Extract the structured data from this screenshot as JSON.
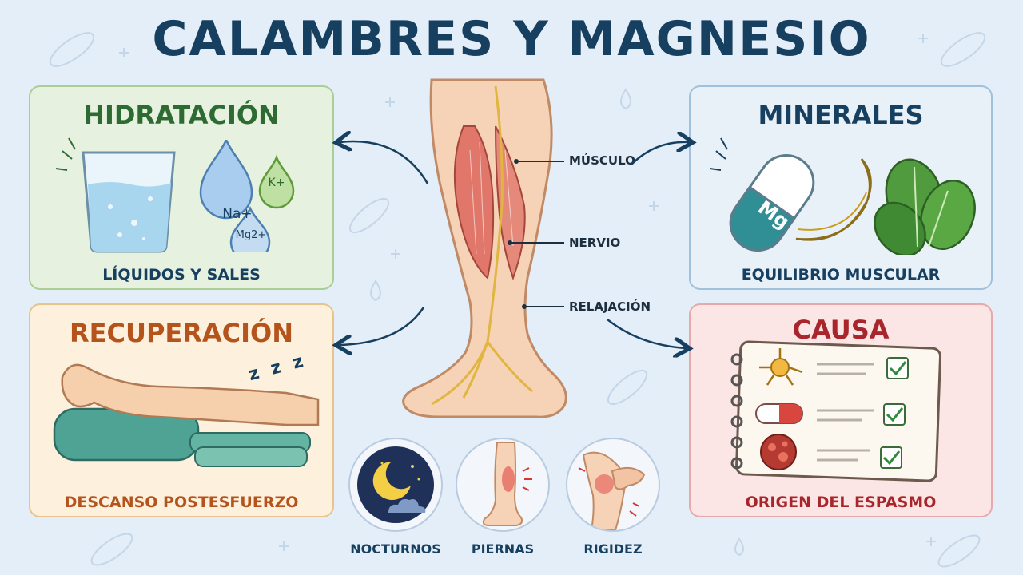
{
  "title": "CALAMBRES Y MAGNESIO",
  "cards": {
    "hidratacion": {
      "title": "HIDRATACIÓN",
      "caption": "LÍQUIDOS Y SALES",
      "ions": [
        "Na+",
        "K+",
        "Mg2+"
      ]
    },
    "minerales": {
      "title": "MINERALES",
      "caption": "EQUILIBRIO MUSCULAR",
      "pill_label": "Mg"
    },
    "recuperacion": {
      "title": "RECUPERACIÓN",
      "caption": "DESCANSO POSTESFUERZO",
      "sleep": "z z z"
    },
    "causa": {
      "title": "CAUSA",
      "caption": "ORIGEN DEL ESPASMO"
    }
  },
  "leg_labels": {
    "musculo": "MÚSCULO",
    "nervio": "NERVIO",
    "relajacion": "RELAJACIÓN"
  },
  "symptoms": [
    {
      "label": "NOCTURNOS",
      "icon": "moon-icon"
    },
    {
      "label": "PIERNAS",
      "icon": "leg-pain-icon"
    },
    {
      "label": "RIGIDEZ",
      "icon": "knee-pain-icon"
    }
  ],
  "colors": {
    "title": "#173f5f",
    "hidratacion": "#2e6b33",
    "minerales": "#173f5f",
    "recuperacion": "#b4531c",
    "causa": "#a8262b"
  }
}
